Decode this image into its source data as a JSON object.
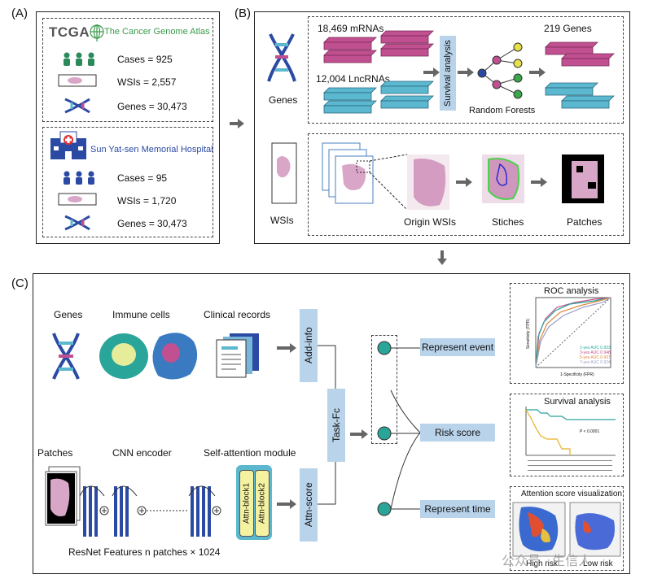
{
  "panels": {
    "a": "(A)",
    "b": "(B)",
    "c": "(C)"
  },
  "tcga": {
    "logo": "TCGA",
    "name": "The Cancer Genome Atlas",
    "cases": "Cases = 925",
    "wsis": "WSIs = 2,557",
    "genes": "Genes = 30,473"
  },
  "sysu": {
    "name": "Sun Yat-sen Memorial Hospital",
    "cases": "Cases = 95",
    "wsis": "WSIs = 1,720",
    "genes": "Genes = 30,473"
  },
  "panel_b": {
    "mrna": "18,469 mRNAs",
    "lncrna": "12,004 LncRNAs",
    "survival_analysis": "Survival analysis",
    "random_forests": "Random Forests",
    "genes_219": "219 Genes",
    "genes_label": "Genes",
    "wsis_label": "WSIs",
    "origin_wsis": "Origin WSIs",
    "stiches": "Stiches",
    "patches": "Patches"
  },
  "panel_c": {
    "genes": "Genes",
    "immune_cells": "Immune cells",
    "clinical_records": "Clinical records",
    "add_info": "Add-info",
    "patches": "Patches",
    "cnn_encoder": "CNN encoder",
    "self_attention": "Self-attention module",
    "attn_block1": "Attn-block1",
    "attn_block2": "Attn-block2",
    "attn_score": "Attn-score",
    "task_fc": "Task-Fc",
    "represent_event": "Represent event",
    "risk_score": "Risk score",
    "represent_time": "Represent time",
    "resnet_features": "ResNet Features n patches × 1024",
    "roc_title": "ROC analysis",
    "roc_xlabel": "1-Specificity (FPR)",
    "roc_ylabel": "Sensitivity (TPR)",
    "roc_legend": [
      "1-yes AUC 0.933",
      "3-yes AUC 0.948",
      "5-yes AUC 0.937",
      "7-yes AUC 0.924"
    ],
    "survival_title": "Survival analysis",
    "survival_p": "P < 0.0001",
    "attn_vis_title": "Attention score visualization",
    "high_risk": "High risk",
    "low_risk": "Low risk",
    "watermark": "公众号 · 生信人"
  },
  "colors": {
    "mrna": "#c0508f",
    "lncrna": "#5bb8cf",
    "accent_blue": "#b9d3ea",
    "teal": "#2aa59a",
    "tcga_green": "#3a9a4a"
  }
}
